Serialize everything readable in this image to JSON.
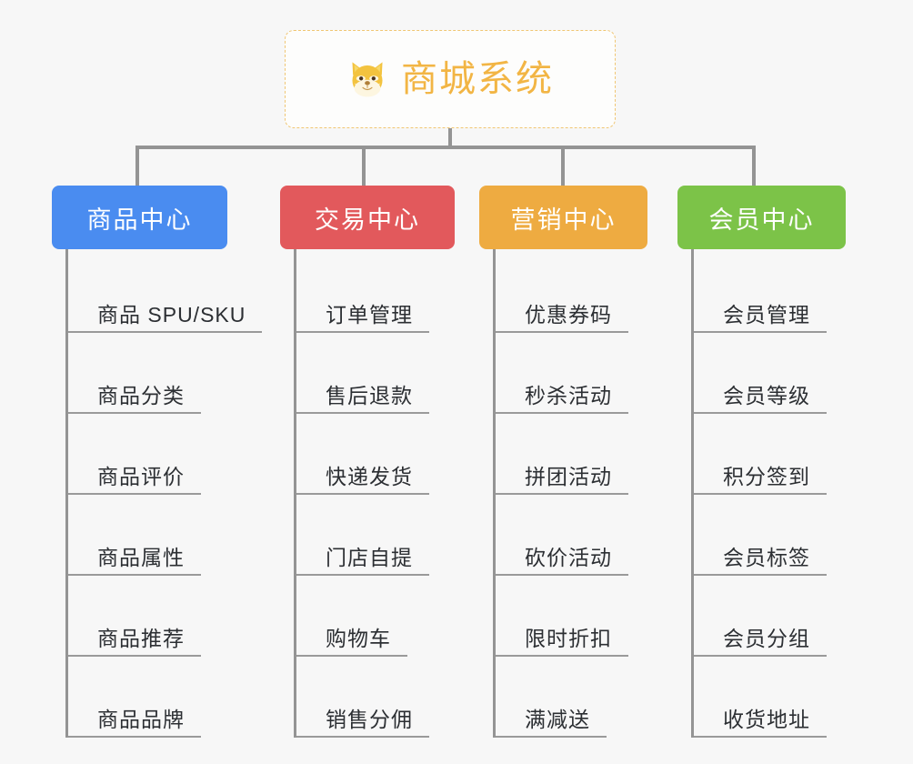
{
  "root": {
    "title": "商城系统",
    "icon": "shiba-dog-face-icon",
    "title_color": "#f2b544",
    "border_color": "#f0c673"
  },
  "colors": {
    "connector": "#949494",
    "leaf_underline": "#9a9a9a",
    "leaf_text": "#2c2f33",
    "background": "#f7f7f7"
  },
  "columns": [
    {
      "title": "商品中心",
      "color": "#4a8cf0",
      "items": [
        "商品 SPU/SKU",
        "商品分类",
        "商品评价",
        "商品属性",
        "商品推荐",
        "商品品牌"
      ]
    },
    {
      "title": "交易中心",
      "color": "#e2595c",
      "items": [
        "订单管理",
        "售后退款",
        "快递发货",
        "门店自提",
        "购物车",
        "销售分佣"
      ]
    },
    {
      "title": "营销中心",
      "color": "#eeab41",
      "items": [
        "优惠券码",
        "秒杀活动",
        "拼团活动",
        "砍价活动",
        "限时折扣",
        "满减送"
      ]
    },
    {
      "title": "会员中心",
      "color": "#7cc348",
      "items": [
        "会员管理",
        "会员等级",
        "积分签到",
        "会员标签",
        "会员分组",
        "收货地址"
      ]
    }
  ]
}
